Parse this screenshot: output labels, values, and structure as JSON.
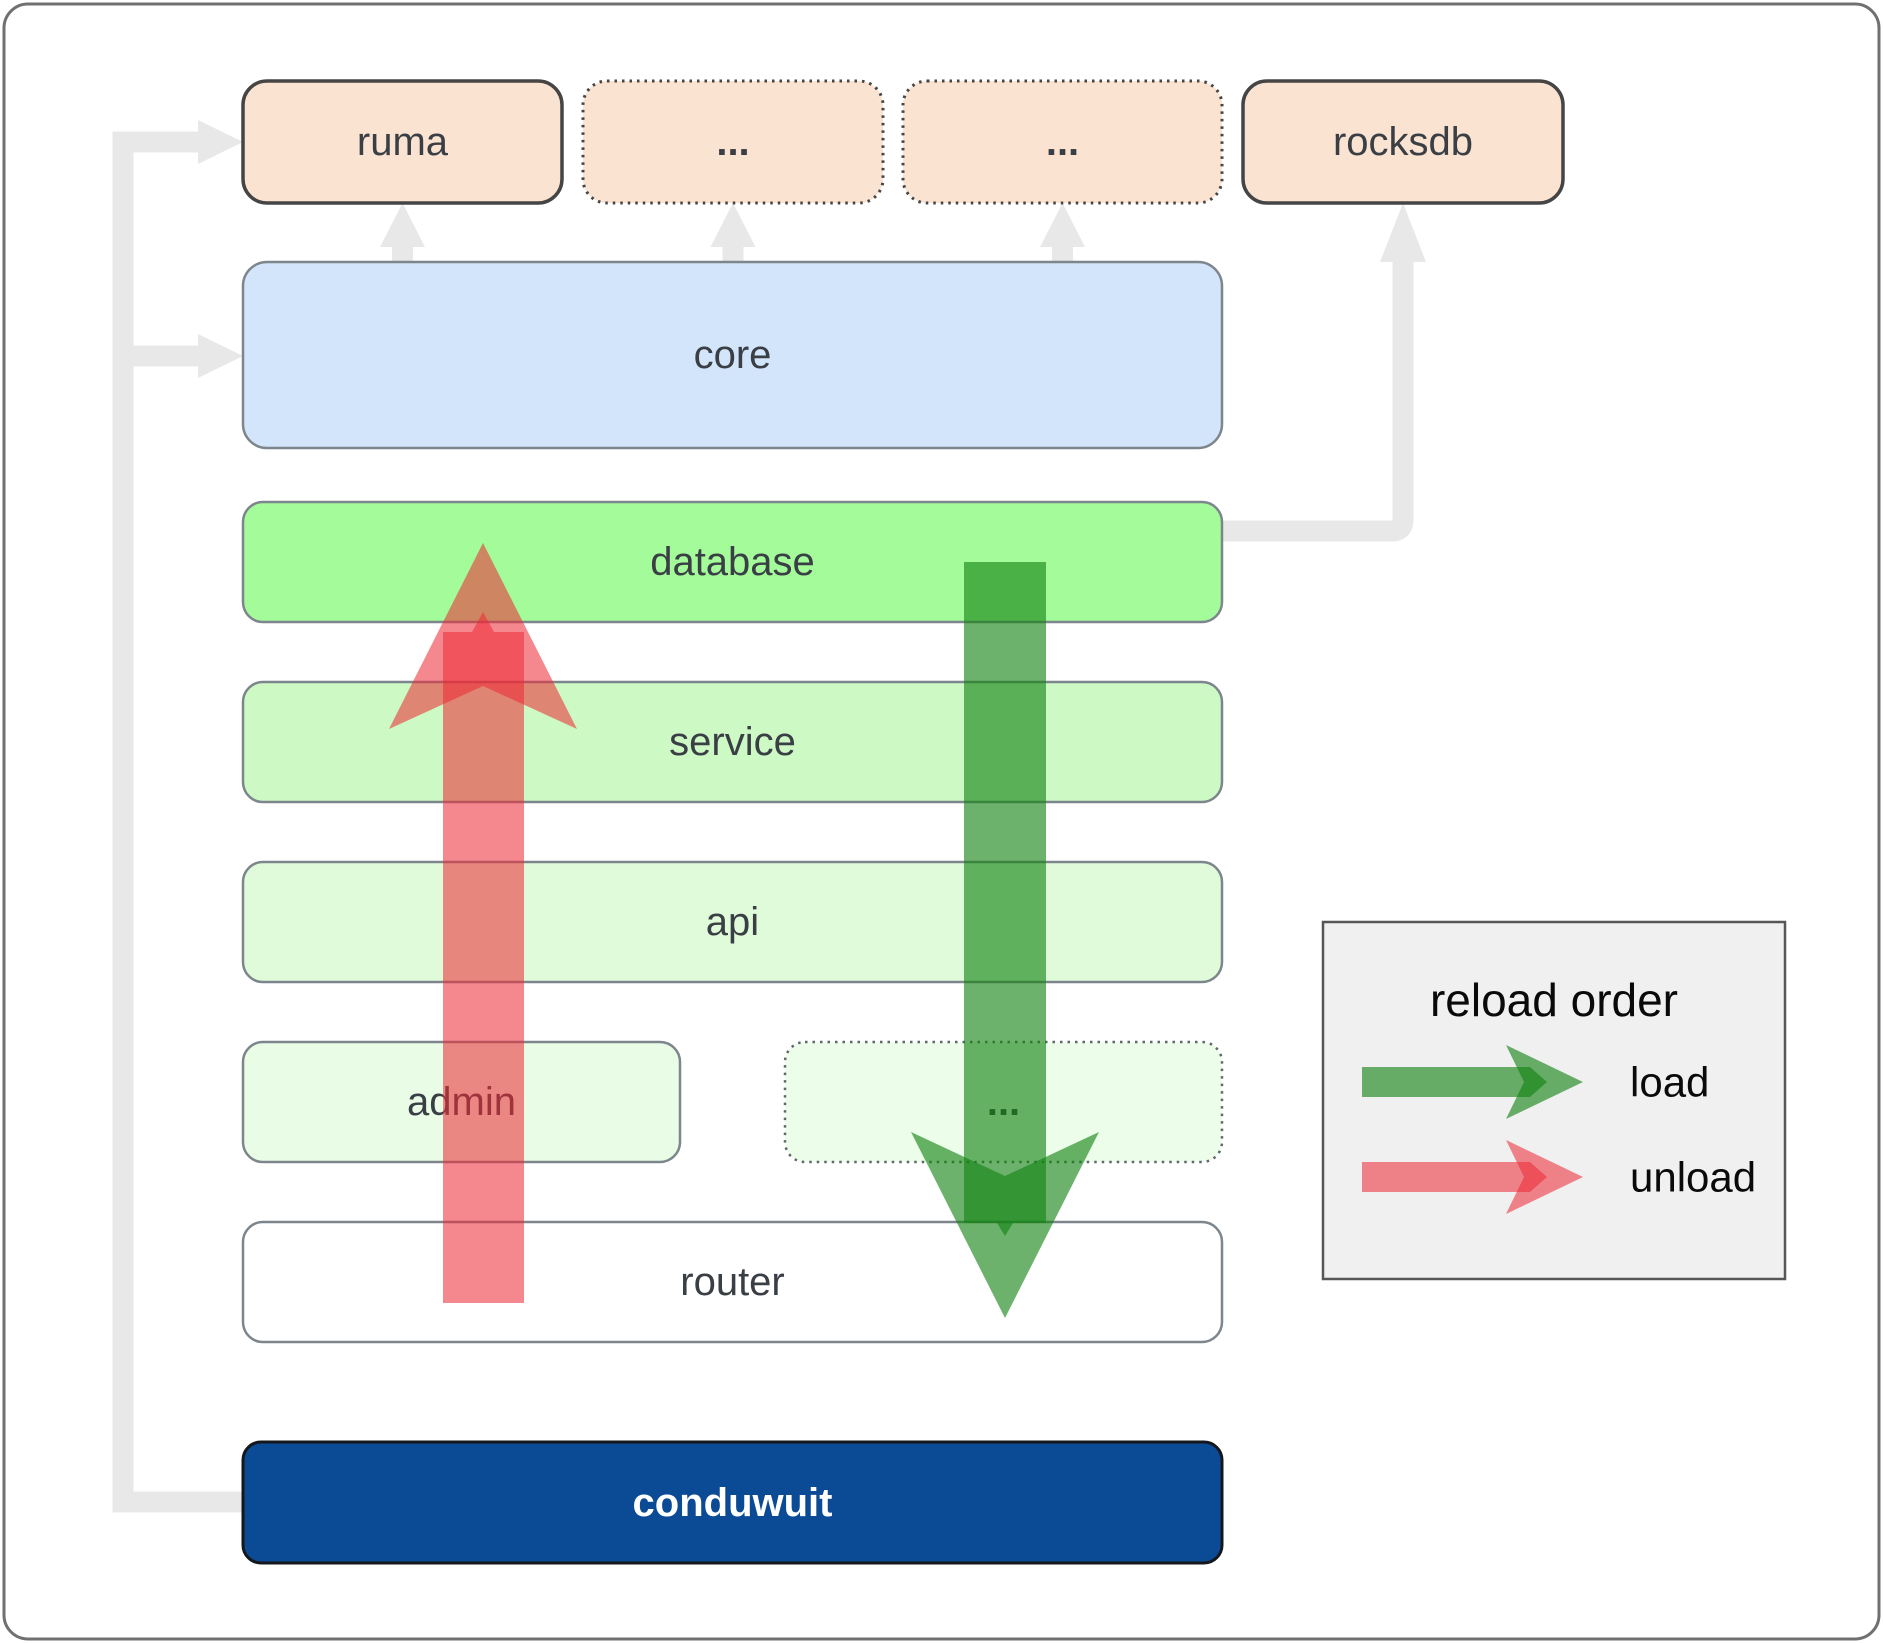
{
  "boxes": {
    "ruma": "ruma",
    "dots_top_1": "...",
    "dots_top_2": "...",
    "rocksdb": "rocksdb",
    "core": "core",
    "database": "database",
    "service": "service",
    "api": "api",
    "admin": "admin",
    "dots_mid": "...",
    "router": "router",
    "conduwuit": "conduwuit"
  },
  "legend": {
    "title": "reload order",
    "load_label": "load",
    "unload_label": "unload"
  },
  "colors": {
    "peach": "#fbe3d1",
    "core_blue": "#d2e5fa",
    "database_green": "#a4fb99",
    "service_green": "#cdf9c5",
    "api_green": "#e0fbd9",
    "admin_green": "#e9fce5",
    "dots_row_green": "#ecfde9",
    "router_white": "#ffffff",
    "conduwuit_blue": "#0b4a94",
    "connector_gray": "#e8e8e8",
    "load_green": "#118211",
    "unload_red": "#ee2a35",
    "legend_bg": "#f0f0f0",
    "label_dark": "#3a3f45",
    "label_light": "#ffffff",
    "legend_text": "#0a0a0a"
  }
}
